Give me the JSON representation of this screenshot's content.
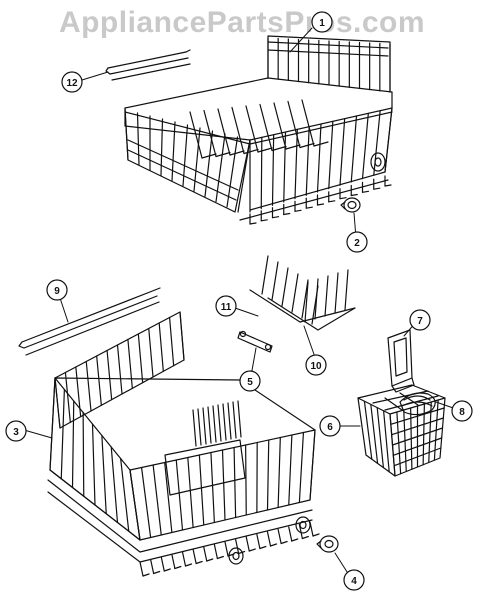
{
  "watermark": "AppliancePartsPros.com",
  "callouts": {
    "c1": "1",
    "c2": "2",
    "c3": "3",
    "c4": "4",
    "c5": "5",
    "c6": "6",
    "c7": "7",
    "c8": "8",
    "c9": "9",
    "c10": "10",
    "c11": "11",
    "c12": "12"
  },
  "colors": {
    "line": "#111111",
    "watermark": "#c9c9c9",
    "background": "#ffffff"
  }
}
